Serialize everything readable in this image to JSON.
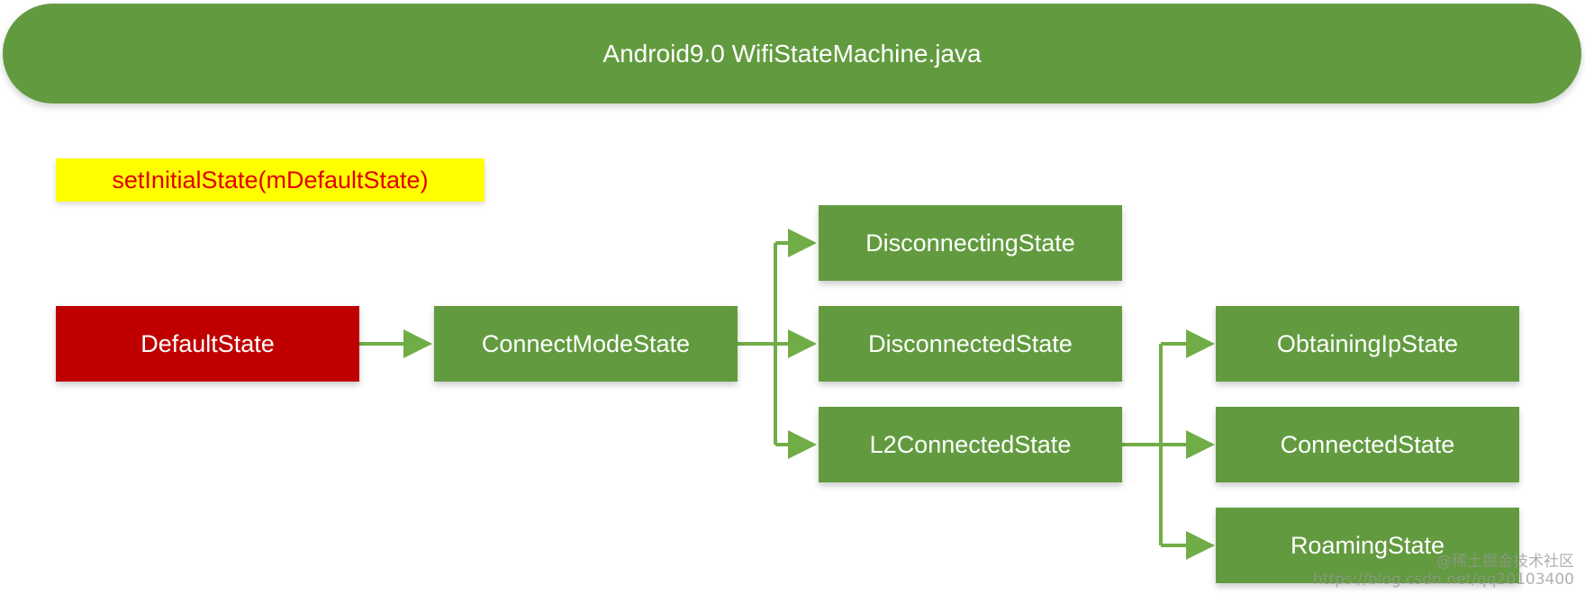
{
  "banner": {
    "title": "Android9.0 WifiStateMachine.java"
  },
  "note": {
    "text": "setInitialState(mDefaultState)"
  },
  "nodes": {
    "default_state": "DefaultState",
    "connect_mode_state": "ConnectModeState",
    "disconnecting_state": "DisconnectingState",
    "disconnected_state": "DisconnectedState",
    "l2_connected_state": "L2ConnectedState",
    "obtaining_ip_state": "ObtainingIpState",
    "connected_state": "ConnectedState",
    "roaming_state": "RoamingState"
  },
  "colors": {
    "green": "#629b3f",
    "root_red": "#c00000",
    "note_yellow": "#ffff00",
    "note_text_red": "#e00000",
    "connector_green": "#70ad47"
  },
  "watermark": {
    "line1": "@稀土掘金技术社区",
    "line2": "https://blog.csdn.net/qq20103400"
  }
}
